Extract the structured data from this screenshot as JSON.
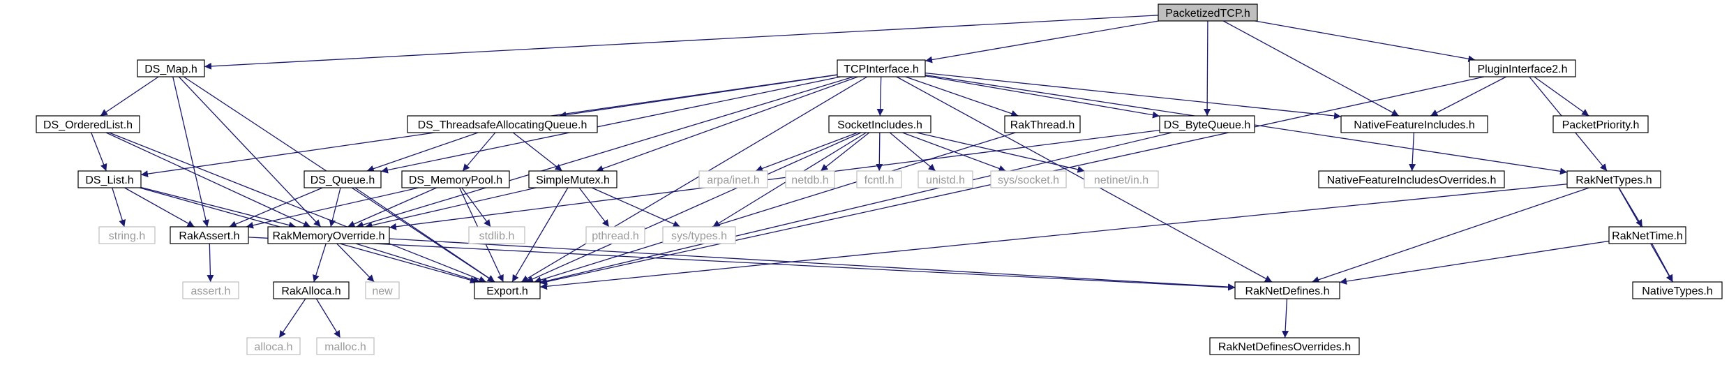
{
  "graph": {
    "edge_color": "#191970",
    "root_fill": "#bfbfbf",
    "missing_border_color": "#bfbfbf",
    "nodes": [
      {
        "id": "packetized",
        "label": "PacketizedTCP.h",
        "style": "root"
      },
      {
        "id": "dsmap",
        "label": "DS_Map.h",
        "style": "normal"
      },
      {
        "id": "tcpinterface",
        "label": "TCPInterface.h",
        "style": "normal"
      },
      {
        "id": "plugininterface2",
        "label": "PluginInterface2.h",
        "style": "normal"
      },
      {
        "id": "dsorderedlist",
        "label": "DS_OrderedList.h",
        "style": "normal"
      },
      {
        "id": "dsthreadsafe",
        "label": "DS_ThreadsafeAllocatingQueue.h",
        "style": "normal"
      },
      {
        "id": "socketincludes",
        "label": "SocketIncludes.h",
        "style": "normal"
      },
      {
        "id": "rakthread",
        "label": "RakThread.h",
        "style": "normal"
      },
      {
        "id": "dsbytequeue",
        "label": "DS_ByteQueue.h",
        "style": "normal"
      },
      {
        "id": "nativefeature",
        "label": "NativeFeatureIncludes.h",
        "style": "normal"
      },
      {
        "id": "packetpriority",
        "label": "PacketPriority.h",
        "style": "normal"
      },
      {
        "id": "dslist",
        "label": "DS_List.h",
        "style": "normal"
      },
      {
        "id": "dsqueue",
        "label": "DS_Queue.h",
        "style": "normal"
      },
      {
        "id": "dsmemorypool",
        "label": "DS_MemoryPool.h",
        "style": "normal"
      },
      {
        "id": "simplemutex",
        "label": "SimpleMutex.h",
        "style": "normal"
      },
      {
        "id": "arpainet",
        "label": "arpa/inet.h",
        "style": "missing"
      },
      {
        "id": "netdb",
        "label": "netdb.h",
        "style": "missing"
      },
      {
        "id": "fcntl",
        "label": "fcntl.h",
        "style": "missing"
      },
      {
        "id": "unistd",
        "label": "unistd.h",
        "style": "missing"
      },
      {
        "id": "syssocket",
        "label": "sys/socket.h",
        "style": "missing"
      },
      {
        "id": "netinetin",
        "label": "netinet/in.h",
        "style": "missing"
      },
      {
        "id": "nativefeatureoverrides",
        "label": "NativeFeatureIncludesOverrides.h",
        "style": "normal"
      },
      {
        "id": "raknettypes",
        "label": "RakNetTypes.h",
        "style": "normal"
      },
      {
        "id": "stringh",
        "label": "string.h",
        "style": "missing"
      },
      {
        "id": "rakassert",
        "label": "RakAssert.h",
        "style": "normal"
      },
      {
        "id": "rakmemoryoverride",
        "label": "RakMemoryOverride.h",
        "style": "normal"
      },
      {
        "id": "stdlib",
        "label": "stdlib.h",
        "style": "missing"
      },
      {
        "id": "pthread",
        "label": "pthread.h",
        "style": "missing"
      },
      {
        "id": "systypes",
        "label": "sys/types.h",
        "style": "missing"
      },
      {
        "id": "raknettime",
        "label": "RakNetTime.h",
        "style": "normal"
      },
      {
        "id": "asserth",
        "label": "assert.h",
        "style": "missing"
      },
      {
        "id": "rakalloca",
        "label": "RakAlloca.h",
        "style": "normal"
      },
      {
        "id": "newh",
        "label": "new",
        "style": "missing"
      },
      {
        "id": "export",
        "label": "Export.h",
        "style": "normal"
      },
      {
        "id": "raknetdefines",
        "label": "RakNetDefines.h",
        "style": "normal"
      },
      {
        "id": "nativetypes",
        "label": "NativeTypes.h",
        "style": "normal"
      },
      {
        "id": "alloca",
        "label": "alloca.h",
        "style": "missing"
      },
      {
        "id": "malloc",
        "label": "malloc.h",
        "style": "missing"
      },
      {
        "id": "raknetdefinesoverrides",
        "label": "RakNetDefinesOverrides.h",
        "style": "normal"
      }
    ],
    "edges": [
      {
        "from": "packetized",
        "to": "dsmap"
      },
      {
        "from": "packetized",
        "to": "tcpinterface"
      },
      {
        "from": "packetized",
        "to": "plugininterface2"
      },
      {
        "from": "packetized",
        "to": "dsbytequeue"
      },
      {
        "from": "packetized",
        "to": "nativefeature"
      },
      {
        "from": "dsmap",
        "to": "dsorderedlist"
      },
      {
        "from": "dsmap",
        "to": "rakassert"
      },
      {
        "from": "dsmap",
        "to": "rakmemoryoverride"
      },
      {
        "from": "dsmap",
        "to": "export"
      },
      {
        "from": "dsorderedlist",
        "to": "dslist"
      },
      {
        "from": "dsorderedlist",
        "to": "rakmemoryoverride"
      },
      {
        "from": "dsorderedlist",
        "to": "export"
      },
      {
        "from": "dslist",
        "to": "stringh"
      },
      {
        "from": "dslist",
        "to": "rakassert"
      },
      {
        "from": "dslist",
        "to": "rakmemoryoverride"
      },
      {
        "from": "dslist",
        "to": "export"
      },
      {
        "from": "tcpinterface",
        "to": "dslist"
      },
      {
        "from": "tcpinterface",
        "to": "dsqueue"
      },
      {
        "from": "tcpinterface",
        "to": "dsthreadsafe"
      },
      {
        "from": "tcpinterface",
        "to": "rakmemoryoverride"
      },
      {
        "from": "tcpinterface",
        "to": "simplemutex"
      },
      {
        "from": "tcpinterface",
        "to": "socketincludes"
      },
      {
        "from": "tcpinterface",
        "to": "rakthread"
      },
      {
        "from": "tcpinterface",
        "to": "dsbytequeue"
      },
      {
        "from": "tcpinterface",
        "to": "nativefeature"
      },
      {
        "from": "tcpinterface",
        "to": "raknettypes"
      },
      {
        "from": "tcpinterface",
        "to": "raknetdefines"
      },
      {
        "from": "tcpinterface",
        "to": "export"
      },
      {
        "from": "dsthreadsafe",
        "to": "dsqueue"
      },
      {
        "from": "dsthreadsafe",
        "to": "dsmemorypool"
      },
      {
        "from": "dsthreadsafe",
        "to": "simplemutex"
      },
      {
        "from": "dsqueue",
        "to": "rakassert"
      },
      {
        "from": "dsqueue",
        "to": "rakmemoryoverride"
      },
      {
        "from": "dsqueue",
        "to": "export"
      },
      {
        "from": "dsmemorypool",
        "to": "rakassert"
      },
      {
        "from": "dsmemorypool",
        "to": "rakmemoryoverride"
      },
      {
        "from": "dsmemorypool",
        "to": "stdlib"
      },
      {
        "from": "dsmemorypool",
        "to": "export"
      },
      {
        "from": "simplemutex",
        "to": "rakmemoryoverride"
      },
      {
        "from": "simplemutex",
        "to": "pthread"
      },
      {
        "from": "simplemutex",
        "to": "systypes"
      },
      {
        "from": "simplemutex",
        "to": "export"
      },
      {
        "from": "socketincludes",
        "to": "arpainet"
      },
      {
        "from": "socketincludes",
        "to": "netdb"
      },
      {
        "from": "socketincludes",
        "to": "fcntl"
      },
      {
        "from": "socketincludes",
        "to": "unistd"
      },
      {
        "from": "socketincludes",
        "to": "syssocket"
      },
      {
        "from": "socketincludes",
        "to": "netinetin"
      },
      {
        "from": "socketincludes",
        "to": "systypes"
      },
      {
        "from": "socketincludes",
        "to": "export"
      },
      {
        "from": "rakthread",
        "to": "export"
      },
      {
        "from": "dsbytequeue",
        "to": "rakmemoryoverride"
      },
      {
        "from": "dsbytequeue",
        "to": "export"
      },
      {
        "from": "nativefeature",
        "to": "nativefeatureoverrides"
      },
      {
        "from": "plugininterface2",
        "to": "nativefeature"
      },
      {
        "from": "plugininterface2",
        "to": "packetpriority"
      },
      {
        "from": "plugininterface2",
        "to": "raknettypes"
      },
      {
        "from": "plugininterface2",
        "to": "export"
      },
      {
        "from": "raknettypes",
        "to": "raknettime"
      },
      {
        "from": "raknettypes",
        "to": "nativetypes"
      },
      {
        "from": "raknettypes",
        "to": "raknetdefines"
      },
      {
        "from": "raknettypes",
        "to": "export"
      },
      {
        "from": "raknettime",
        "to": "nativetypes"
      },
      {
        "from": "raknettime",
        "to": "raknetdefines"
      },
      {
        "from": "rakassert",
        "to": "asserth"
      },
      {
        "from": "rakassert",
        "to": "raknetdefines"
      },
      {
        "from": "rakmemoryoverride",
        "to": "rakalloca"
      },
      {
        "from": "rakmemoryoverride",
        "to": "newh"
      },
      {
        "from": "rakmemoryoverride",
        "to": "export"
      },
      {
        "from": "rakmemoryoverride",
        "to": "raknetdefines"
      },
      {
        "from": "rakalloca",
        "to": "alloca"
      },
      {
        "from": "rakalloca",
        "to": "malloc"
      },
      {
        "from": "raknetdefines",
        "to": "raknetdefinesoverrides"
      }
    ]
  }
}
